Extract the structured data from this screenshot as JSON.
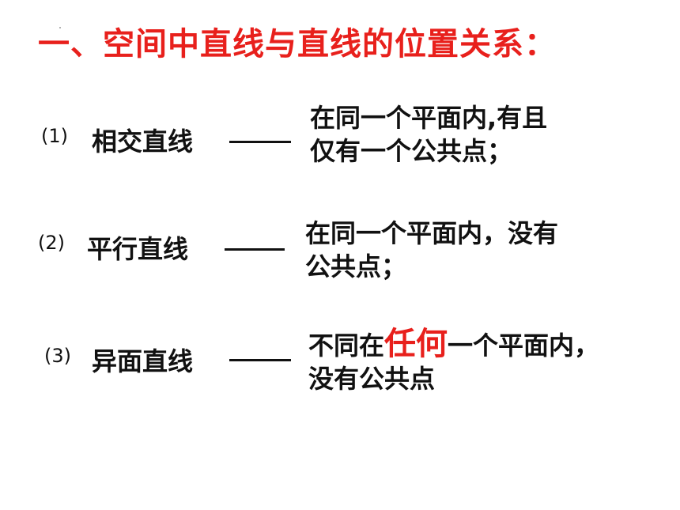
{
  "title": "一、空间中直线与直线的位置关系：",
  "items": [
    {
      "number": "(1)",
      "term": "相交直线",
      "desc_line1": "在同一个平面内,有且",
      "desc_line2": "仅有一个公共点；"
    },
    {
      "number": "(2)",
      "term": "平行直线",
      "desc_line1": "在同一个平面内，没有",
      "desc_line2": "公共点；"
    },
    {
      "number": "(3)",
      "term": "异面直线",
      "desc_line1_pre": "不同在",
      "desc_line1_emph": "任何",
      "desc_line1_post": "一个平面内，",
      "desc_line2": "没有公共点"
    }
  ],
  "colors": {
    "title": "#e8201c",
    "emphasis": "#e8201c",
    "text": "#111111"
  }
}
